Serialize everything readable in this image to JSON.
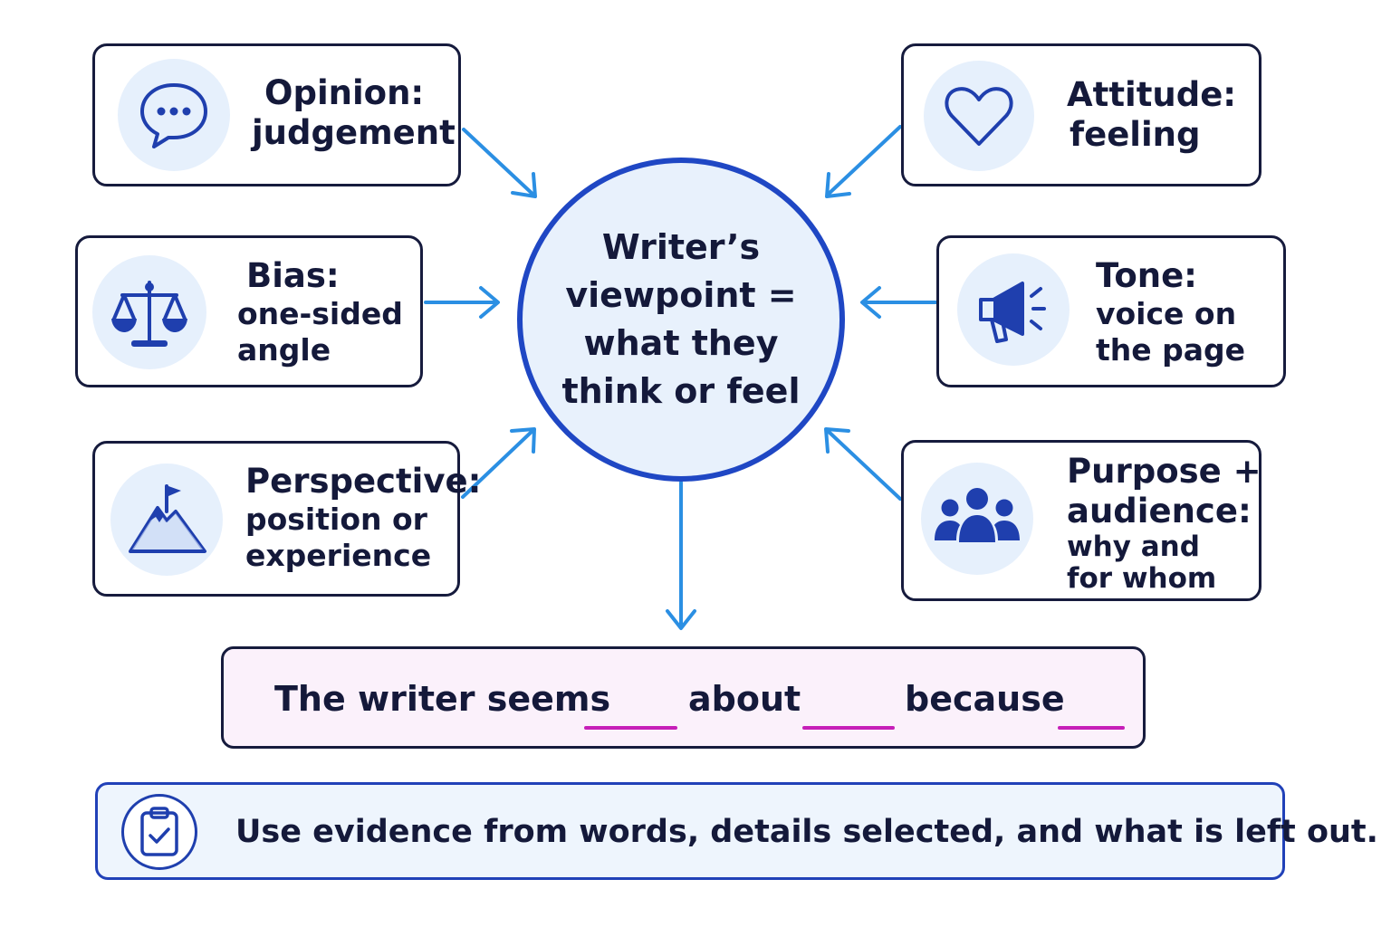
{
  "center": {
    "text": "Writer’s viewpoint = what they think or feel"
  },
  "cards": {
    "opinion": {
      "head": "Opinion:",
      "sub": "judgement",
      "icon": "speech-bubble-icon"
    },
    "attitude": {
      "head": "Attitude:",
      "sub": "feeling",
      "icon": "heart-icon"
    },
    "bias": {
      "head": "Bias:",
      "sub1": "one-sided",
      "sub2": "angle",
      "icon": "scales-icon"
    },
    "tone": {
      "head": "Tone:",
      "sub1": "voice on",
      "sub2": "the page",
      "icon": "megaphone-icon"
    },
    "perspective": {
      "head": "Perspective:",
      "sub1": "position or",
      "sub2": "experience",
      "icon": "mountain-flag-icon"
    },
    "purpose": {
      "head1": "Purpose +",
      "head2": "audience:",
      "sub1": "why and",
      "sub2": "for whom",
      "icon": "people-group-icon"
    }
  },
  "sentence": {
    "part1": "The writer seems",
    "part2": "about",
    "part3": "because"
  },
  "tip": {
    "text": "Use evidence from words, details selected, and what is left out.",
    "icon": "clipboard-check-icon"
  },
  "colors": {
    "ink": "#14193a",
    "accent_blue": "#1f47c4",
    "arrow_blue": "#2b8fe3",
    "icon_bg": "#e6f0fc",
    "blank_magenta": "#c61fb8",
    "sentence_bg": "#fbf1fb"
  }
}
